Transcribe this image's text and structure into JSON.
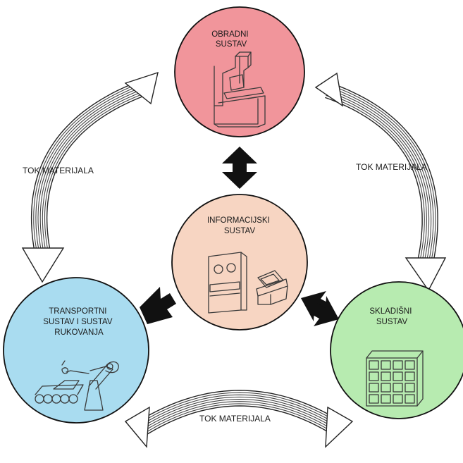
{
  "nodes": {
    "processing": {
      "title": [
        "OBRADNI",
        "SUSTAV"
      ],
      "fill": "#f1959b"
    },
    "information": {
      "title": [
        "INFORMACIJSKI",
        "SUSTAV"
      ],
      "fill": "#f7d5c2"
    },
    "transport": {
      "title": [
        "TRANSPORTNI",
        "SUSTAV I SUSTAV",
        "RUKOVANJA"
      ],
      "fill": "#a9dcf0"
    },
    "storage": {
      "title": [
        "SKLADIŠNI",
        "SUSTAV"
      ],
      "fill": "#b7ebb0"
    }
  },
  "flows": {
    "left": "TOK MATERIJALA",
    "right": "TOK MATERIJALA",
    "bottom": "TOK MATERIJALA"
  },
  "colors": {
    "ink": "#3a3a3a",
    "arrow_solid": "#111111",
    "circle_stroke": "#111111"
  },
  "icons": {
    "processing": "milling-machine-icon",
    "information": "computer-terminal-icon",
    "transport": "robot-arm-conveyor-icon",
    "storage": "storage-rack-icon"
  }
}
